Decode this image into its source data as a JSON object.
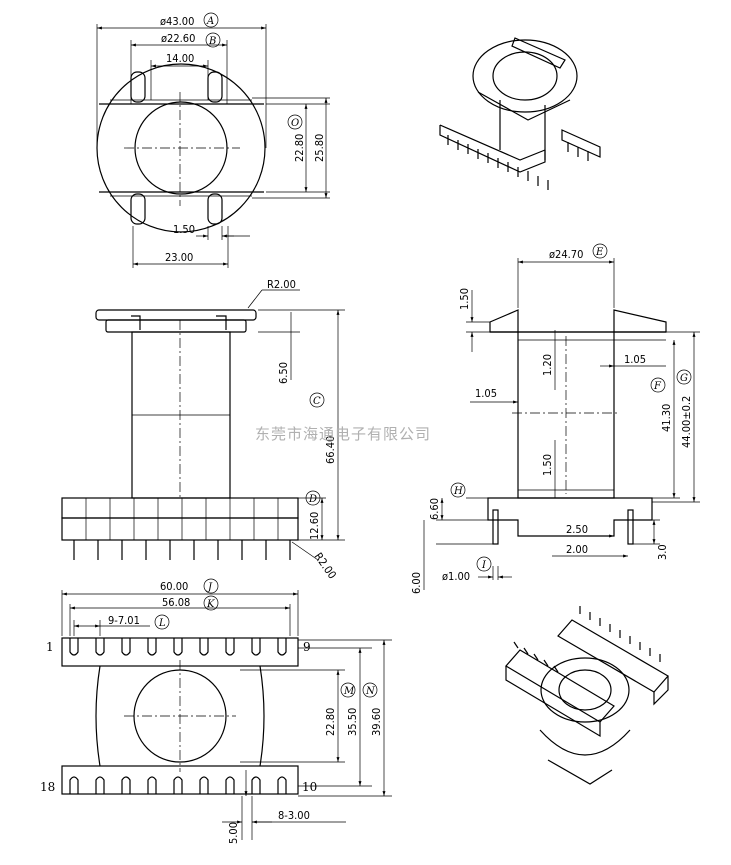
{
  "watermark": "东莞市海通电子有限公司",
  "top_view": {
    "dims": [
      "ø43.00",
      "ø22.60",
      "14.00",
      "22.80",
      "25.80",
      "1.50",
      "23.00"
    ],
    "circles": [
      "A",
      "B",
      "O"
    ]
  },
  "side_view": {
    "dims": [
      "R2.00",
      "6.50",
      "66.40",
      "12.60",
      "R2.00"
    ],
    "circles": [
      "C",
      "D"
    ]
  },
  "right_view": {
    "dims": [
      "ø24.70",
      "1.50",
      "1.20",
      "1.05",
      "1.05",
      "41.30",
      "44.00±0.2",
      "1.50",
      "6.60",
      "2.50",
      "2.00",
      "3.0",
      "ø1.00",
      "6.00"
    ],
    "circles": [
      "E",
      "F",
      "G",
      "H",
      "I"
    ]
  },
  "bottom_view": {
    "dims": [
      "60.00",
      "56.08",
      "9-7.01",
      "22.80",
      "35.50",
      "39.60",
      "8-3.00",
      "5.00"
    ],
    "circles": [
      "J",
      "K",
      "L",
      "M",
      "N"
    ],
    "pins": [
      "1",
      "9",
      "18",
      "10"
    ]
  }
}
